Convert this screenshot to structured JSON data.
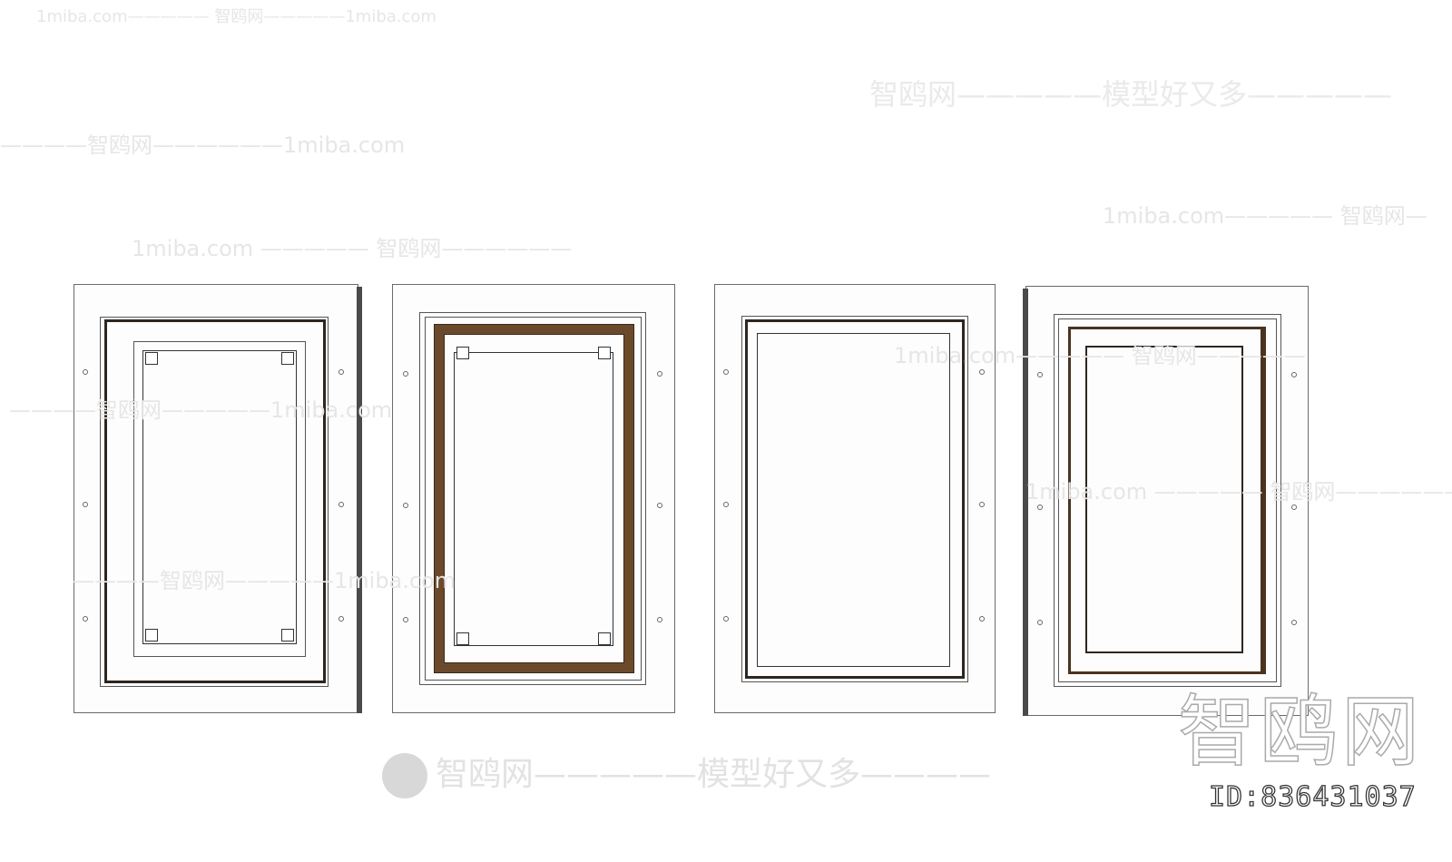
{
  "watermarks": {
    "site": "1miba.com",
    "brand": "智鸥网",
    "slogan": "智鸥网—————模型好又多————",
    "line_top_left": "1miba.com————— 智鸥网—————1miba.com",
    "line_top_right": "智鸥网—————模型好又多—————",
    "line_2": "————智鸥网——————1miba.com",
    "line_3": "1miba.com ————— 智鸥网——————",
    "line_4": "1miba.com————— 智鸥网—",
    "line_5": "————智鸥网—————1miba.com",
    "line_6": "————智鸥网—————1miba.com",
    "line_7": "1miba.com————— 智鸥网—————"
  },
  "logo": {
    "brand_big": "智鸥网",
    "id_label": "ID:836431037"
  },
  "colors": {
    "wood": "#6b4a2c",
    "dark_line": "#2e2620",
    "panel": "#fdfdfd"
  }
}
